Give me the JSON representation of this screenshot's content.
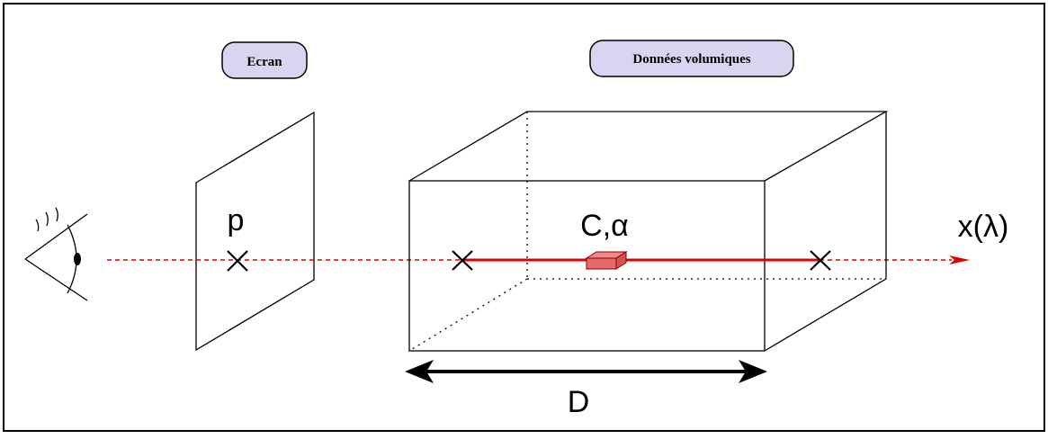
{
  "labels": {
    "screen": "Ecran",
    "volume": "Données volumiques",
    "pixel": "p",
    "sample": "C,α",
    "ray": "x(λ)",
    "depth": "D"
  },
  "colors": {
    "ray": "#e00000",
    "pill_fill": "#d9d4f1",
    "sample_box": "#e66a6a",
    "stroke": "#000000"
  },
  "icons": {
    "eye": "eye-icon",
    "pixel_mark": "cross-icon",
    "entry_mark": "cross-icon",
    "exit_mark": "cross-icon",
    "ray_head": "arrow-head-icon",
    "depth_arrow": "double-arrow-icon"
  }
}
